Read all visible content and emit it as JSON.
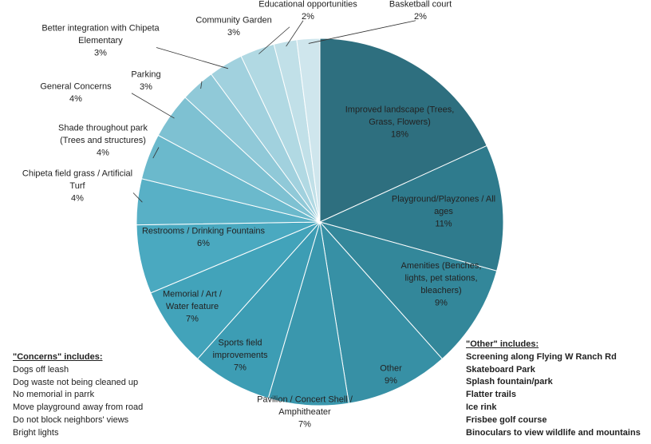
{
  "chart_data": {
    "type": "pie",
    "title": "",
    "slices": [
      {
        "label_lines": [
          "Improved landscape (Trees,",
          "Grass, Flowers)",
          "18%"
        ],
        "value": 18,
        "color": "#2e6f7f"
      },
      {
        "label_lines": [
          "Playground/Playzones / All",
          "ages",
          "11%"
        ],
        "value": 11,
        "color": "#2f7b8d"
      },
      {
        "label_lines": [
          "Amenities (Benches,",
          "lights, pet stations,",
          "bleachers)",
          "9%"
        ],
        "value": 9,
        "color": "#33879a"
      },
      {
        "label_lines": [
          "Other",
          "9%"
        ],
        "value": 9,
        "color": "#3790a5"
      },
      {
        "label_lines": [
          "Pavilion / Concert Shell /",
          "Amphitheater",
          "7%"
        ],
        "value": 7,
        "color": "#3a97ad"
      },
      {
        "label_lines": [
          "Sports field",
          "improvements",
          "7%"
        ],
        "value": 7,
        "color": "#3d9db4"
      },
      {
        "label_lines": [
          "Memorial / Art /",
          "Water feature",
          "7%"
        ],
        "value": 7,
        "color": "#42a3ba"
      },
      {
        "label_lines": [
          "Restrooms / Drinking Fountains",
          "6%"
        ],
        "value": 6,
        "color": "#4aa9c0"
      },
      {
        "label_lines": [
          "Chipeta field grass / Artificial",
          "Turf",
          "4%"
        ],
        "value": 4,
        "color": "#58b0c6"
      },
      {
        "label_lines": [
          "Shade throughout park",
          "(Trees and structures)",
          "4%"
        ],
        "value": 4,
        "color": "#6bb9cc"
      },
      {
        "label_lines": [
          "General Concerns",
          "4%"
        ],
        "value": 4,
        "color": "#7ec1d2"
      },
      {
        "label_lines": [
          "Parking",
          "3%"
        ],
        "value": 3,
        "color": "#90c9d8"
      },
      {
        "label_lines": [
          "Better integration with Chipeta",
          "Elementary",
          "3%"
        ],
        "value": 3,
        "color": "#a1d1de"
      },
      {
        "label_lines": [
          "Community Garden",
          "3%"
        ],
        "value": 3,
        "color": "#b1d9e3"
      },
      {
        "label_lines": [
          "Educational opportunities",
          "2%"
        ],
        "value": 2,
        "color": "#c1e0e8"
      },
      {
        "label_lines": [
          "Basketball court",
          "2%"
        ],
        "value": 2,
        "color": "#cfe6ed"
      }
    ]
  },
  "concerns": {
    "title": "\"Concerns\" includes:",
    "items": [
      "Dogs off leash",
      "Dog waste not being cleaned up",
      "No memorial in parrk",
      "Move playground away from road",
      "Do not block neighbors' views",
      "Bright lights"
    ]
  },
  "other": {
    "title": "\"Other\" includes:",
    "items": [
      "Screening along Flying W Ranch Rd",
      "Skateboard Park",
      "Splash fountain/park",
      "Flatter trails",
      "Ice rink",
      "Frisbee golf course",
      "Binoculars to view wildlife and mountains"
    ]
  }
}
